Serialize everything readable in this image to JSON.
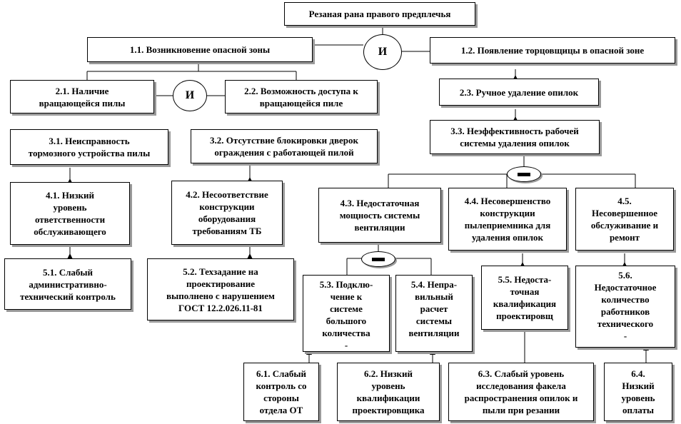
{
  "diagram": {
    "root": "Резаная рана правого предплечья",
    "and_gate_label": "И",
    "nodes": {
      "n1_1": "1.1. Возникновение опасной зоны",
      "n1_2": "1.2. Появление торцовщицы в опасной зоне",
      "n2_1": "2.1. Наличие\nвращающейся  пилы",
      "n2_2": "2.2. Возможность доступа к\nвращающейся  пиле",
      "n2_3": "2.3. Ручное удаление опилок",
      "n3_1": "3.1. Неисправность\nтормозного устройства пилы",
      "n3_2": "3.2. Отсутствие блокировки дверок\nограждения с работающей пилой",
      "n3_3": "3.3. Неэффективность  рабочей\nсистемы удаления опилок",
      "n4_1": "4.1. Низкий\nуровень\nответственности\nобслуживающего",
      "n4_2": "4.2. Несоответствие\nконструкции\nоборудования\nтребованиям ТБ",
      "n4_3": "4.3. Недостаточная\nмощность системы\nвентиляции",
      "n4_4": "4.4. Несовершенство\nконструкции\nпылеприемника для\nудаления опилок",
      "n4_5": "4.5.\nНесовершенное\nобслуживание и\nремонт",
      "n5_1": "5.1. Слабый\nадминистративно-\nтехнический контроль",
      "n5_2": "5.2. Техзадание на\nпроектирование\nвыполнено с нарушением\nГОСТ 12.2.026.11-81",
      "n5_3": "5.3. Подклю-\nчение к\nсистеме\nбольшого\nколичества\n-",
      "n5_4": "5.4. Непра-\nвильный\nрасчет\nсистемы\nвентиляции",
      "n5_5": "5.5. Недоста-\nточная\nквалификация\nпроектировщ",
      "n5_6": "5.6.\nНедостаточное\nколичество\nработников\nтехнического\n-",
      "n6_1": "6.1. Слабый\nконтроль со\nстороны\nотдела ОТ",
      "n6_2": "6.2. Низкий\nуровень\nквалификации\nпроектировщика",
      "n6_3": "6.3. Слабый уровень\nисследования факела\nраспространения опилок и\nпыли при резании",
      "n6_4": "6.4.\nНизкий\nуровень\nоплаты"
    }
  }
}
